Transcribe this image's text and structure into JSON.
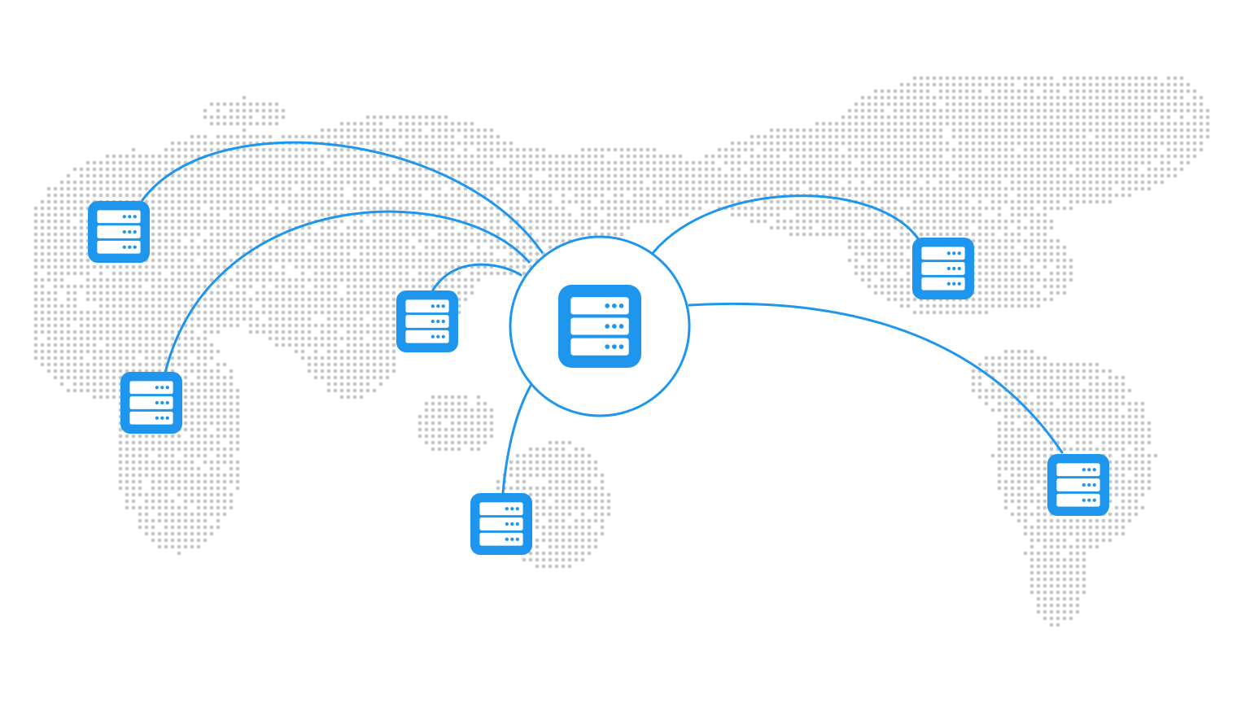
{
  "diagram": {
    "type": "hub-and-spoke network over dotted world map",
    "colors": {
      "accent": "#1E96EE",
      "map_dots": "#C8C8C8",
      "background": "#FFFFFF",
      "icon_inner": "#FFFFFF"
    },
    "hub": {
      "icon": "server-icon"
    },
    "nodes": [
      {
        "id": "north-america-server",
        "icon": "server-icon"
      },
      {
        "id": "south-america-server",
        "icon": "server-icon"
      },
      {
        "id": "africa-server",
        "icon": "server-icon"
      },
      {
        "id": "southeast-asia-server",
        "icon": "server-icon"
      },
      {
        "id": "east-asia-server",
        "icon": "server-icon"
      },
      {
        "id": "australia-server",
        "icon": "server-icon"
      }
    ]
  }
}
